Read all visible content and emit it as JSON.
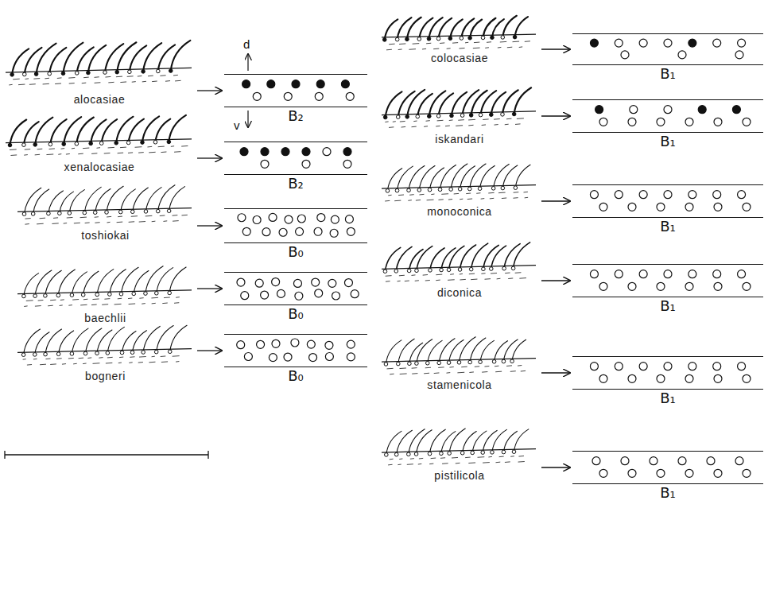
{
  "diagram": {
    "nodes": [
      {
        "text": [
          "alocasiae"
        ]
      },
      {
        "text": [
          "B₂"
        ]
      },
      {
        "text": [
          "xenalocasiae"
        ]
      },
      {
        "text": [
          "B₂"
        ]
      },
      {
        "text": [
          "toshiokai"
        ]
      },
      {
        "text": [
          "B₀"
        ]
      },
      {
        "text": [
          "baechlii"
        ]
      },
      {
        "text": [
          "B₀"
        ]
      },
      {
        "text": [
          "bogneri"
        ]
      },
      {
        "text": [
          "B₀"
        ]
      },
      {
        "text": [
          "colocasiae"
        ]
      },
      {
        "text": [
          "B₁"
        ]
      },
      {
        "text": [
          "iskandari"
        ]
      },
      {
        "text": [
          "B₁"
        ]
      },
      {
        "text": [
          "monoconica"
        ]
      },
      {
        "text": [
          "B₁"
        ]
      },
      {
        "text": [
          "diconica"
        ]
      },
      {
        "text": [
          "B₁"
        ]
      },
      {
        "text": [
          "stamenicola"
        ]
      },
      {
        "text": [
          "B₁"
        ]
      },
      {
        "text": [
          "pistilicola"
        ]
      },
      {
        "text": [
          "B₁"
        ]
      }
    ],
    "edges": [
      {
        "from": 0,
        "to": 1,
        "arrow": "to"
      },
      {
        "from": 2,
        "to": 3,
        "arrow": "to"
      },
      {
        "from": 4,
        "to": 5,
        "arrow": "to"
      },
      {
        "from": 6,
        "to": 7,
        "arrow": "to"
      },
      {
        "from": 8,
        "to": 9,
        "arrow": "to"
      },
      {
        "from": 10,
        "to": 11,
        "arrow": "to"
      },
      {
        "from": 12,
        "to": 13,
        "arrow": "to"
      },
      {
        "from": 14,
        "to": 15,
        "arrow": "to"
      },
      {
        "from": 16,
        "to": 17,
        "arrow": "to"
      },
      {
        "from": 18,
        "to": 19,
        "arrow": "to"
      },
      {
        "from": 20,
        "to": 21,
        "arrow": "to"
      }
    ],
    "labels": [
      "d",
      "v"
    ]
  }
}
